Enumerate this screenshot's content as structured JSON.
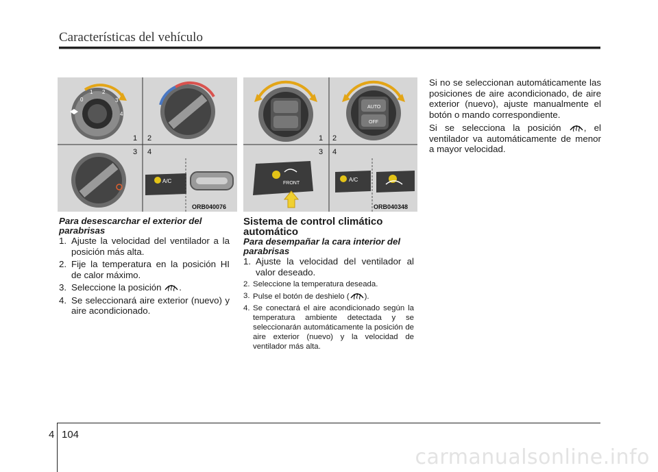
{
  "header": {
    "title": "Características del vehículo"
  },
  "figure_left": {
    "code": "ORB040076",
    "labels": [
      "1",
      "2",
      "3",
      "4"
    ],
    "knob_numbers": [
      "0",
      "1",
      "2",
      "3",
      "4"
    ],
    "ac_label": "A/C"
  },
  "figure_right": {
    "code": "ORB040348",
    "labels": [
      "1",
      "2",
      "3",
      "4"
    ],
    "auto_label": "AUTO",
    "off_label": "OFF",
    "front_label": "FRONT",
    "ac_label": "A/C"
  },
  "col1": {
    "subtitle": "Para desescarchar el exterior del parabrisas",
    "steps": [
      {
        "num": "1.",
        "text": "Ajuste la velocidad del ventilador a la posición más alta."
      },
      {
        "num": "2.",
        "text": "Fije la temperatura en la posición HI de calor máximo."
      },
      {
        "num": "3.",
        "text_before": "Seleccione la posición",
        "text_after": "."
      },
      {
        "num": "4.",
        "text": "Se seleccionará aire exterior (nuevo) y aire acondicionado."
      }
    ]
  },
  "col2": {
    "heading": "Sistema de control climático automático",
    "subtitle": "Para desempañar la cara interior del parabrisas",
    "step1": {
      "num": "1.",
      "text": "Ajuste la velocidad del ventilador al valor deseado."
    },
    "step2": {
      "num": "2.",
      "text": "Seleccione la temperatura deseada."
    },
    "step3": {
      "num": "3.",
      "text_before": "Pulse el botón de deshielo (",
      "text_after": ")."
    },
    "step4": {
      "num": "4.",
      "text": "Se conectará el aire acondicionado según la temperatura ambiente detectada y se seleccionarán automáticamente la posición de aire exterior (nuevo) y la velocidad de ventilador más alta."
    }
  },
  "col3": {
    "para1": "Si no se seleccionan automáticamente las posiciones de aire acondicionado, de aire exterior (nuevo), ajuste manualmente el botón o mando correspondiente.",
    "para2_before": "Si se selecciona la posición",
    "para2_after": ", el ventilador va automáticamente de menor a mayor velocidad."
  },
  "footer": {
    "chapter": "4",
    "page": "104"
  },
  "watermark": "carmanualsonline.info"
}
